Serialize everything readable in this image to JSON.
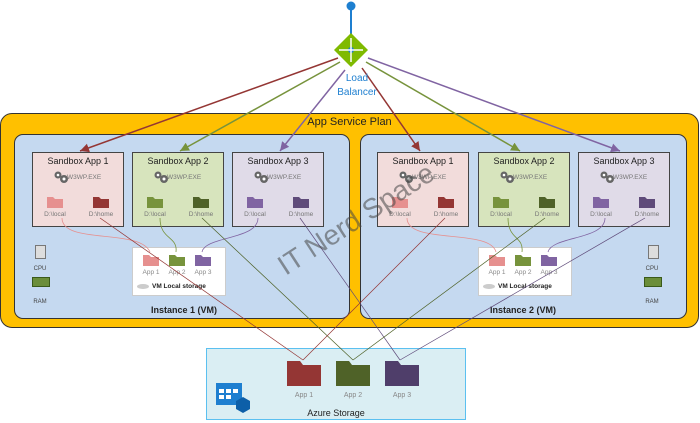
{
  "load_balancer": {
    "label_line1": "Load",
    "label_line2": "Balancer",
    "color": "#1e7fd0"
  },
  "app_service_plan": {
    "title": "App Service Plan",
    "color": "#ffc000"
  },
  "instances": [
    {
      "label": "Instance 1 (VM)",
      "sandboxes": [
        {
          "title": "Sandbox App 1",
          "process": "W3WP.EXE",
          "local_label": "D:\\local",
          "home_label": "D:\\home"
        },
        {
          "title": "Sandbox App 2",
          "process": "W3WP.EXE",
          "local_label": "D:\\local",
          "home_label": "D:\\home"
        },
        {
          "title": "Sandbox App 3",
          "process": "W3WP.EXE",
          "local_label": "D:\\local",
          "home_label": "D:\\home"
        }
      ],
      "vm_storage": {
        "apps": [
          "App 1",
          "App 2",
          "App 3"
        ],
        "label": "VM Local storage"
      },
      "hardware": {
        "cpu": "CPU",
        "ram": "RAM"
      }
    },
    {
      "label": "Instance 2 (VM)",
      "sandboxes": [
        {
          "title": "Sandbox App 1",
          "process": "W3WP.EXE",
          "local_label": "D:\\local",
          "home_label": "D:\\home"
        },
        {
          "title": "Sandbox App 2",
          "process": "W3WP.EXE",
          "local_label": "D:\\local",
          "home_label": "D:\\home"
        },
        {
          "title": "Sandbox App 3",
          "process": "W3WP.EXE",
          "local_label": "D:\\local",
          "home_label": "D:\\home"
        }
      ],
      "vm_storage": {
        "apps": [
          "App 1",
          "App 2",
          "App 3"
        ],
        "label": "VM Local storage"
      },
      "hardware": {
        "cpu": "CPU",
        "ram": "RAM"
      }
    }
  ],
  "azure_storage": {
    "title": "Azure Storage",
    "apps": [
      "App 1",
      "App 2",
      "App 3"
    ]
  },
  "watermark": "IT Nerd Space",
  "colors": {
    "app1": {
      "light": "#e6908f",
      "dark": "#943634",
      "box": "#f2dcdb"
    },
    "app2": {
      "light": "#77933c",
      "dark": "#4f6228",
      "box": "#d7e4bd"
    },
    "app3": {
      "light": "#8064a2",
      "dark": "#5f4b7a",
      "box": "#e0dbe8"
    },
    "azure_folder_dark": {
      "app1": "#943634",
      "app2": "#4f6228",
      "app3": "#4f3e6a"
    }
  }
}
